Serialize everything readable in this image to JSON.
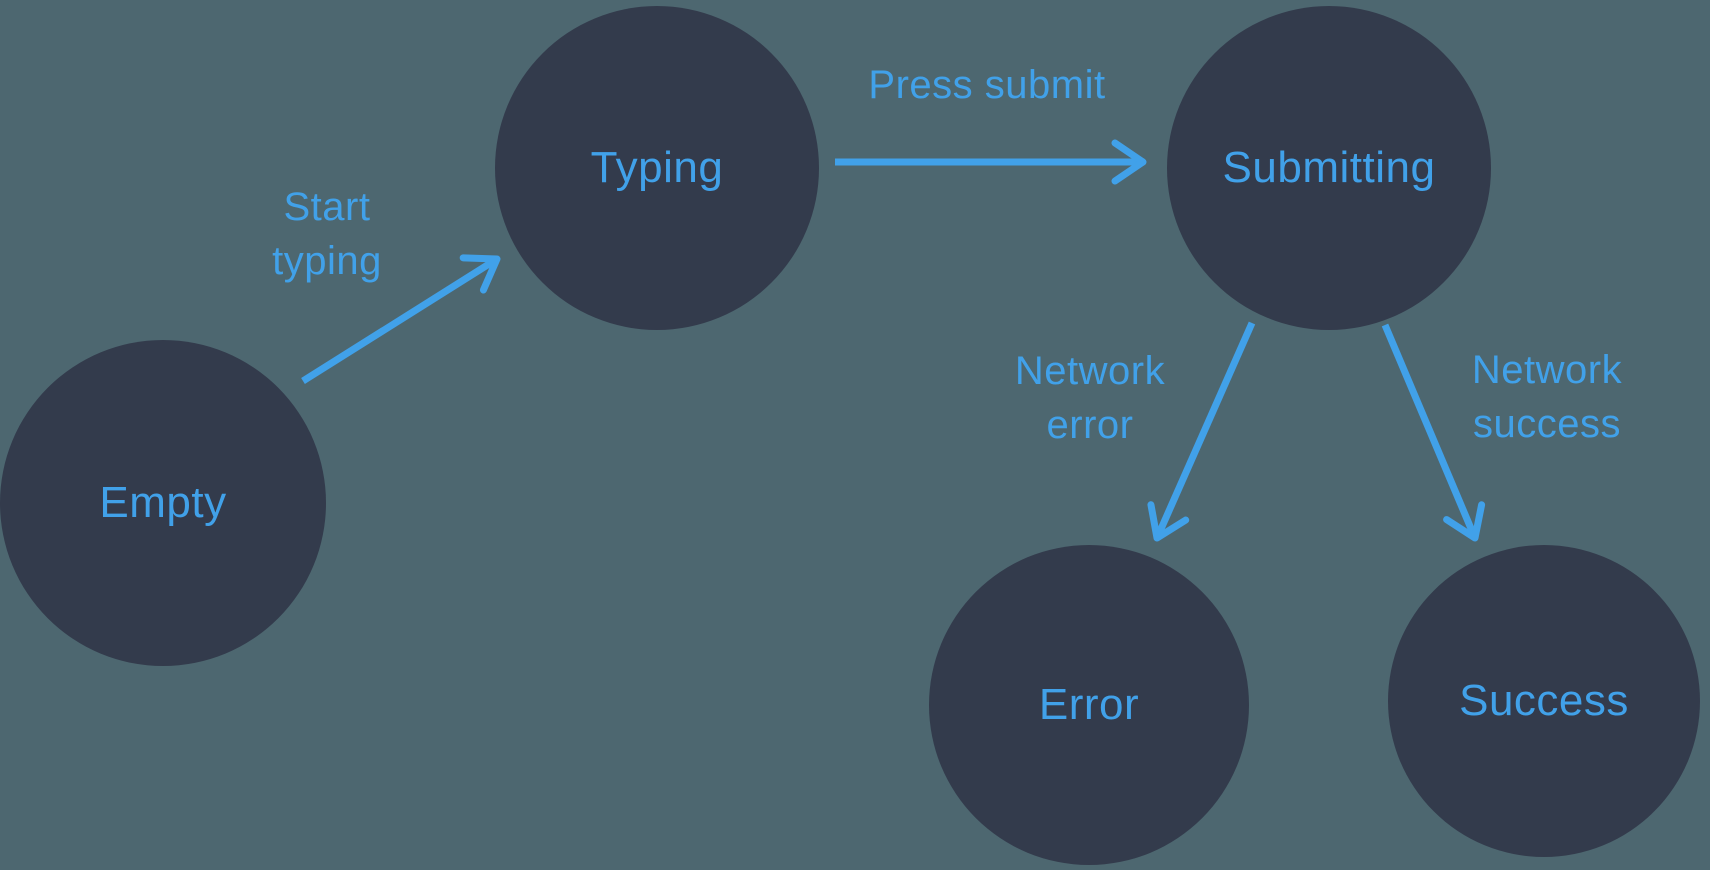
{
  "diagram": {
    "type": "state-machine",
    "colors": {
      "background": "#4d6770",
      "node_fill": "#333b4c",
      "accent": "#41a1e9"
    },
    "nodes": [
      {
        "id": "empty",
        "label": "Empty"
      },
      {
        "id": "typing",
        "label": "Typing"
      },
      {
        "id": "submitting",
        "label": "Submitting"
      },
      {
        "id": "error",
        "label": "Error"
      },
      {
        "id": "success",
        "label": "Success"
      }
    ],
    "edges": [
      {
        "from": "empty",
        "to": "typing",
        "label_lines": [
          "Start",
          "typing"
        ]
      },
      {
        "from": "typing",
        "to": "submitting",
        "label_lines": [
          "Press submit"
        ]
      },
      {
        "from": "submitting",
        "to": "error",
        "label_lines": [
          "Network",
          "error"
        ]
      },
      {
        "from": "submitting",
        "to": "success",
        "label_lines": [
          "Network",
          "success"
        ]
      }
    ]
  }
}
